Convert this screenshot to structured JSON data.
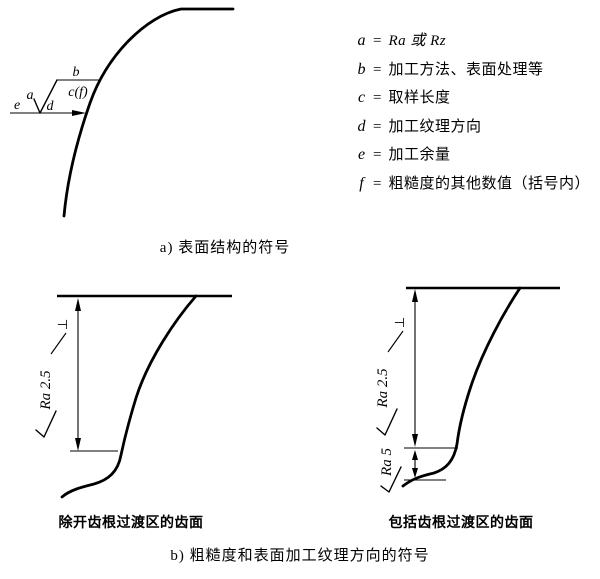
{
  "section_a": {
    "caption": "a) 表面结构的符号",
    "symbol": {
      "e": "e",
      "a": "a",
      "d": "d",
      "b": "b",
      "cf": "c(f)"
    },
    "legend": {
      "equals": "=",
      "items": [
        {
          "var": "a",
          "desc": "Ra 或 Rz"
        },
        {
          "var": "b",
          "desc": "加工方法、表面处理等"
        },
        {
          "var": "c",
          "desc": "取样长度"
        },
        {
          "var": "d",
          "desc": "加工纹理方向"
        },
        {
          "var": "e",
          "desc": "加工余量"
        },
        {
          "var": "f",
          "desc": "粗糙度的其他数值（括号内）"
        }
      ]
    }
  },
  "section_b": {
    "caption": "b) 粗糙度和表面加工纹理方向的符号",
    "left": {
      "caption": "除开齿根过渡区的齿面",
      "roughness": "Ra 2.5",
      "texture": "⊥"
    },
    "right": {
      "caption": "包括齿根过渡区的齿面",
      "flank_roughness": "Ra 2.5",
      "flank_texture": "⊥",
      "root_roughness": "Ra 5"
    }
  }
}
